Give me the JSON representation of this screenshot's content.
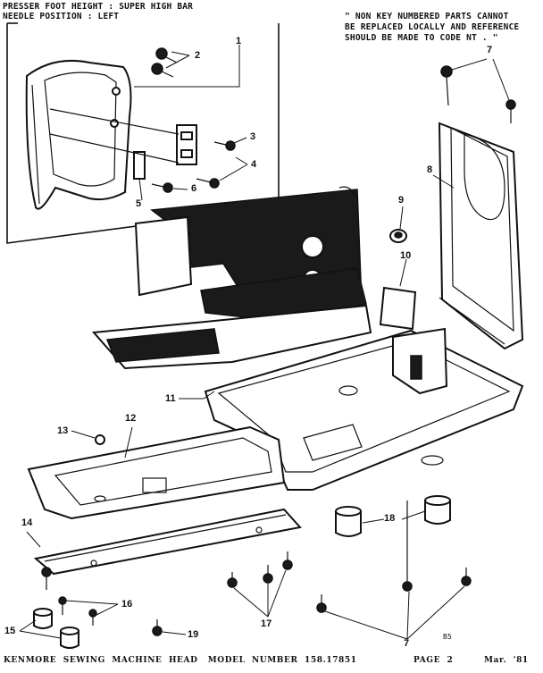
{
  "header": {
    "left_line1": "PRESSER FOOT HEIGHT : SUPER HIGH BAR",
    "left_line2": "NEEDLE POSITION : LEFT",
    "note_line1": "\" NON KEY NUMBERED PARTS CANNOT",
    "note_line2": "BE REPLACED LOCALLY AND REFERENCE",
    "note_line3": "SHOULD BE MADE TO CODE NT . \""
  },
  "callouts": [
    "1",
    "2",
    "3",
    "4",
    "5",
    "6",
    "7",
    "8",
    "9",
    "10",
    "11",
    "12",
    "13",
    "14",
    "15",
    "16",
    "17",
    "18",
    "19",
    "7"
  ],
  "page_code": "B5",
  "footer": {
    "title": "KENMORE  SEWING  MACHINE  HEAD   MODEL  NUMBER  158.17851",
    "page": "PAGE  2",
    "date": "Mar.  '81"
  }
}
